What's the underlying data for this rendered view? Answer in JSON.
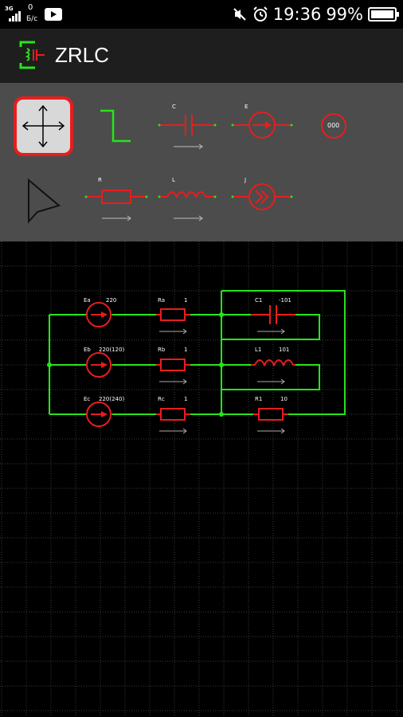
{
  "status_bar": {
    "sim_tag": "3G",
    "data_top": "0",
    "data_bottom": "Б/с",
    "time": "19:36",
    "battery": "99%"
  },
  "app": {
    "title": "ZRLC"
  },
  "palette": {
    "capacitor_label": "C",
    "emf_label": "E",
    "resistor_label": "R",
    "inductor_label": "L",
    "current_source_label": "J",
    "meter_label": "000"
  },
  "circuit": {
    "rows": [
      {
        "source": "Ea",
        "source_value": "220",
        "resistor": "Ra",
        "resistor_value": "1",
        "load": "C1",
        "load_value": "-101"
      },
      {
        "source": "Eb",
        "source_value": "220(120)",
        "resistor": "Rb",
        "resistor_value": "1",
        "load": "L1",
        "load_value": "101"
      },
      {
        "source": "Ec",
        "source_value": "220(240)",
        "resistor": "Rc",
        "resistor_value": "1",
        "load": "R1",
        "load_value": "10"
      }
    ]
  },
  "colors": {
    "accent_red": "#e81d1d",
    "wire_green": "#27e41b",
    "palette_bg": "#4c4c4c",
    "grid": "#3d3d3d"
  },
  "icons": {
    "status": [
      "sim-signal-icon",
      "data-icon",
      "youtube-icon",
      "mute-icon",
      "alarm-icon",
      "battery-icon"
    ],
    "tools": [
      "move-icon",
      "pointer-icon",
      "wire-icon",
      "capacitor-icon",
      "resistor-icon",
      "inductor-icon",
      "emf-source-icon",
      "current-source-icon",
      "meter-icon"
    ]
  }
}
